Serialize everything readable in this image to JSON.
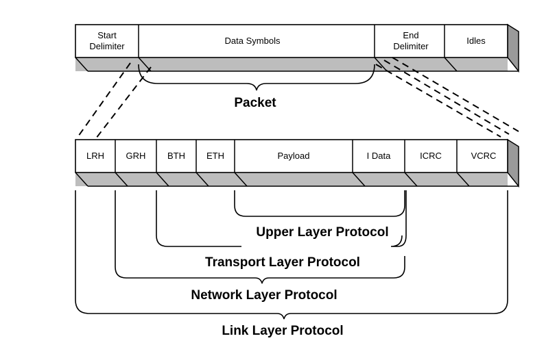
{
  "packet_fields": [
    {
      "line1": "Start",
      "line2": "Delimiter"
    },
    {
      "line1": "Data Symbols",
      "line2": ""
    },
    {
      "line1": "End",
      "line2": "Delimiter"
    },
    {
      "line1": "Idles",
      "line2": ""
    }
  ],
  "packet_label": "Packet",
  "headers": [
    "LRH",
    "GRH",
    "BTH",
    "ETH",
    "Payload",
    "I Data",
    "ICRC",
    "VCRC"
  ],
  "protocols": {
    "upper": "Upper Layer Protocol",
    "transport": "Transport Layer Protocol",
    "network": "Network Layer Protocol",
    "link": "Link Layer Protocol"
  },
  "colors": {
    "face": "#ffffff",
    "band": "#bdbdbd",
    "side": "#9a9a9a",
    "stroke": "#000000"
  }
}
